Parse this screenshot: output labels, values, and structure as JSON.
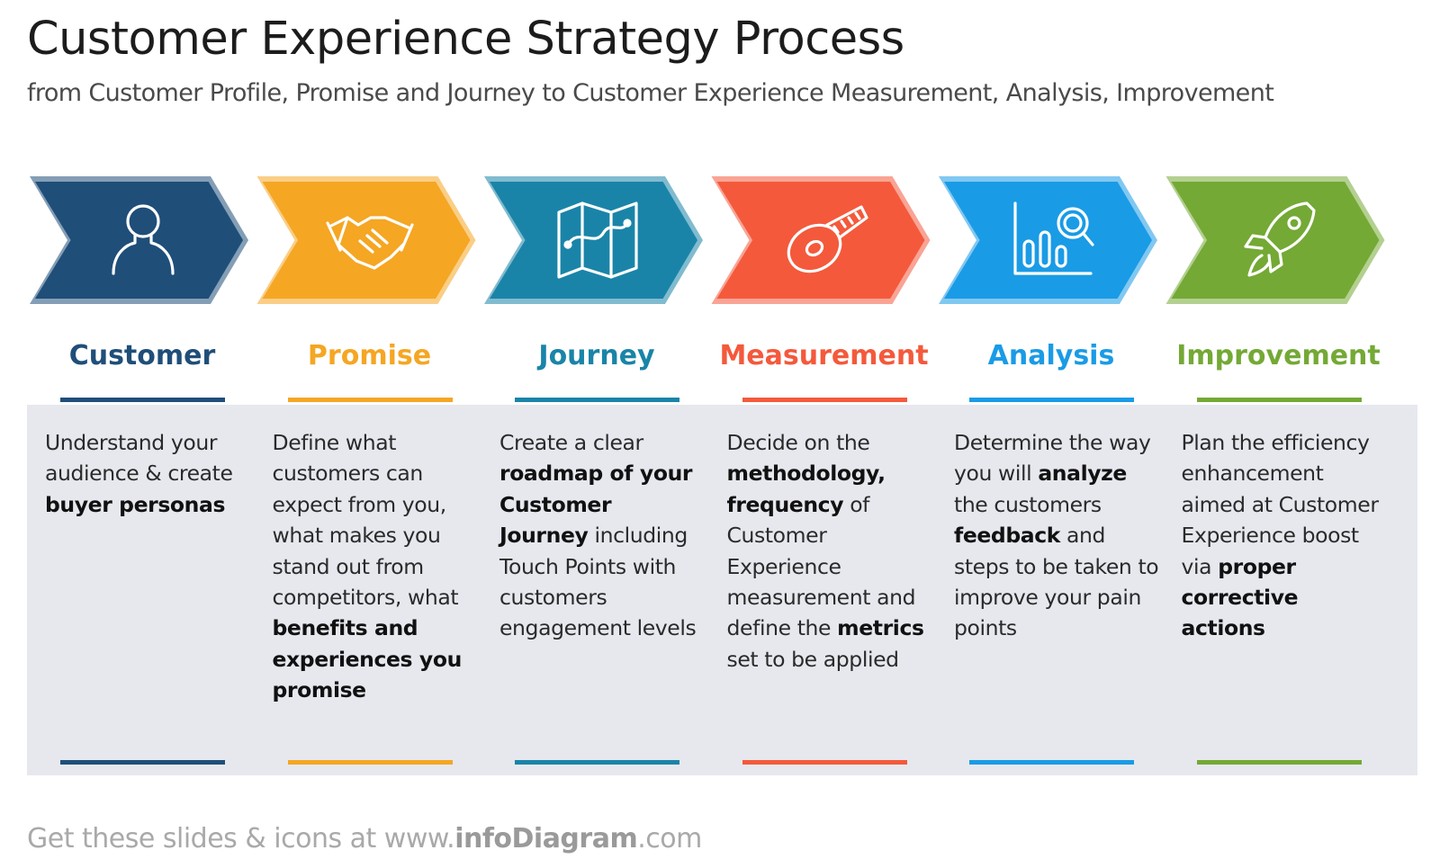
{
  "header": {
    "title": "Customer Experience Strategy Process",
    "subtitle": "from Customer Profile, Promise and Journey to Customer Experience Measurement, Analysis, Improvement"
  },
  "steps": [
    {
      "label": "Customer",
      "color": "#1f4e79",
      "icon": "person-icon",
      "desc": [
        {
          "t": "Understand your audience & create "
        },
        {
          "t": "buyer personas",
          "b": true
        }
      ]
    },
    {
      "label": "Promise",
      "color": "#f5a623",
      "icon": "handshake-icon",
      "desc": [
        {
          "t": "Define what customers can expect from you, what makes you stand out from competitors, what "
        },
        {
          "t": "benefits and experiences you promise",
          "b": true
        }
      ]
    },
    {
      "label": "Journey",
      "color": "#1a84a8",
      "icon": "map-icon",
      "desc": [
        {
          "t": "Create a clear "
        },
        {
          "t": "roadmap of your Customer Journey",
          "b": true
        },
        {
          "t": " including Touch Points with customers engagement levels"
        }
      ]
    },
    {
      "label": "Measurement",
      "color": "#f4593c",
      "icon": "measuring-tape-icon",
      "desc": [
        {
          "t": "Decide on the "
        },
        {
          "t": "methodology, frequency",
          "b": true
        },
        {
          "t": " of Customer Experience measurement and define the "
        },
        {
          "t": "metrics",
          "b": true
        },
        {
          "t": " set to be applied"
        }
      ]
    },
    {
      "label": "Analysis",
      "color": "#1a9be6",
      "icon": "chart-magnifier-icon",
      "desc": [
        {
          "t": "Determine the way you will "
        },
        {
          "t": "analyze",
          "b": true
        },
        {
          "t": " the customers "
        },
        {
          "t": "feedback",
          "b": true
        },
        {
          "t": " and steps to be taken to improve your pain points"
        }
      ]
    },
    {
      "label": "Improvement",
      "color": "#74a935",
      "icon": "rocket-icon",
      "desc": [
        {
          "t": "Plan the efficiency enhancement aimed at Customer Experience boost via "
        },
        {
          "t": "proper corrective actions",
          "b": true
        }
      ]
    }
  ],
  "footer": {
    "prefix": "Get these slides & icons at www.",
    "brand": "infoDiagram",
    "suffix": ".com"
  }
}
